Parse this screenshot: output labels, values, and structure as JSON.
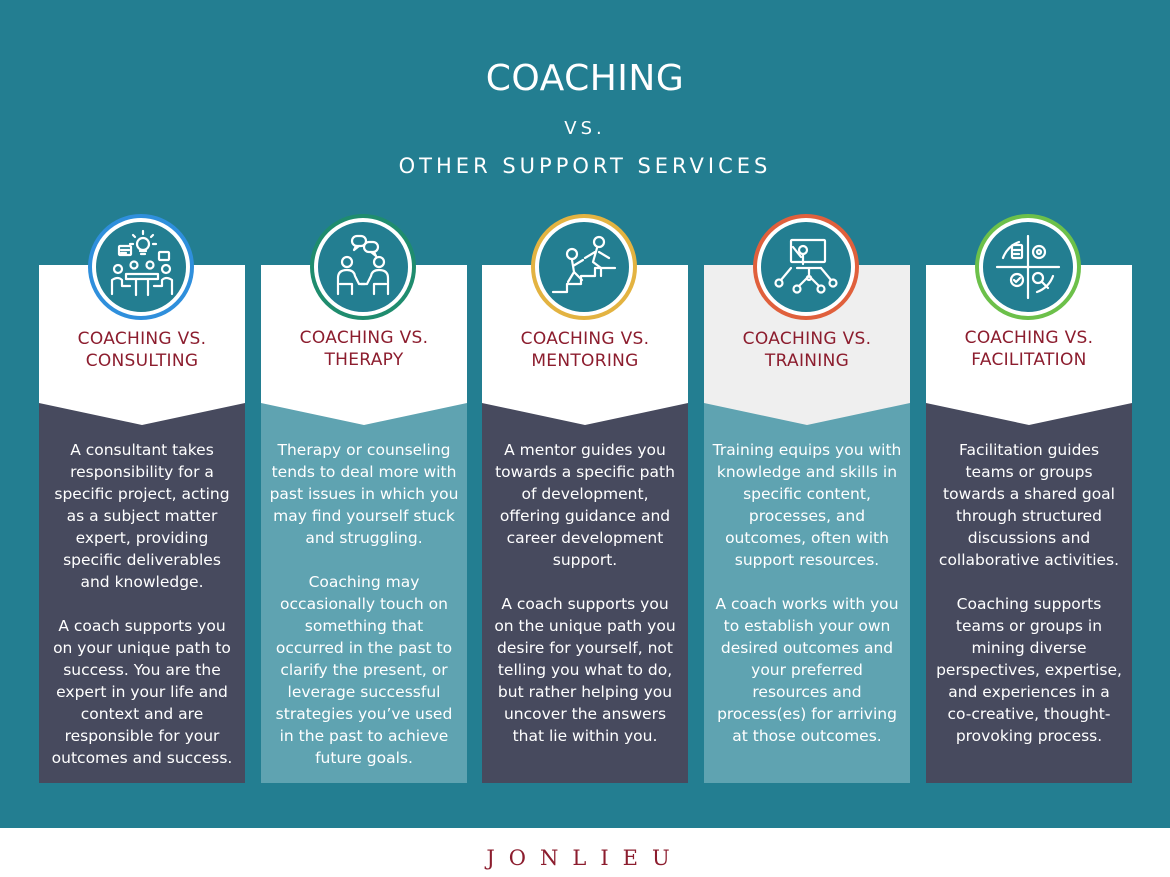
{
  "header": {
    "title": "COACHING",
    "vs": "VS.",
    "subtitle": "OTHER SUPPORT SERVICES"
  },
  "cards": [
    {
      "heading_line1": "COACHING VS.",
      "heading_line2": "CONSULTING",
      "icon": "meeting-icon",
      "ring_color": "#2f8fdc",
      "paragraph1": "A consultant takes responsibility for a specific project, acting as a subject matter expert, providing specific deliverables and knowledge.",
      "paragraph2": "A coach supports you on your unique path to success. You are the expert in your life and context and are responsible for your outcomes and success."
    },
    {
      "heading_line1": "COACHING VS.",
      "heading_line2": "THERAPY",
      "icon": "conversation-icon",
      "ring_color": "#1f8c6e",
      "paragraph1": "Therapy or counseling tends to deal more with past issues in which you may find yourself stuck and struggling.",
      "paragraph2": "Coaching may occasionally touch on something that occurred in the past to clarify the present, or leverage successful strategies you’ve used in the past to achieve future goals."
    },
    {
      "heading_line1": "COACHING VS.",
      "heading_line2": "MENTORING",
      "icon": "helping-hand-icon",
      "ring_color": "#e3b341",
      "paragraph1": "A mentor guides you towards a specific path of development, offering guidance and career development support.",
      "paragraph2": "A coach supports you on the unique path you desire for yourself, not telling you what to do, but rather helping you uncover the answers that lie within you."
    },
    {
      "heading_line1": "COACHING VS.",
      "heading_line2": "TRAINING",
      "icon": "trainer-icon",
      "ring_color": "#e0603c",
      "paragraph1": "Training equips you with knowledge and skills in specific content, processes, and outcomes, often with support resources.",
      "paragraph2": "A coach works with you to establish your own desired outcomes and your preferred resources and process(es) for arriving at those outcomes."
    },
    {
      "heading_line1": "COACHING VS.",
      "heading_line2": "FACILITATION",
      "icon": "process-cycle-icon",
      "ring_color": "#6cc04a",
      "paragraph1": "Facilitation guides teams or groups towards a shared goal through structured discussions and collaborative activities.",
      "paragraph2": "Coaching supports teams or groups in mining diverse perspectives, expertise, and experiences in a co-creative, thought-provoking process."
    }
  ],
  "footer": {
    "brand": "JONLIEU"
  },
  "colors": {
    "background": "#237e91",
    "heading": "#8c1d2e",
    "dark_panel": "#474a5e",
    "teal_panel": "#5fa3b1"
  }
}
